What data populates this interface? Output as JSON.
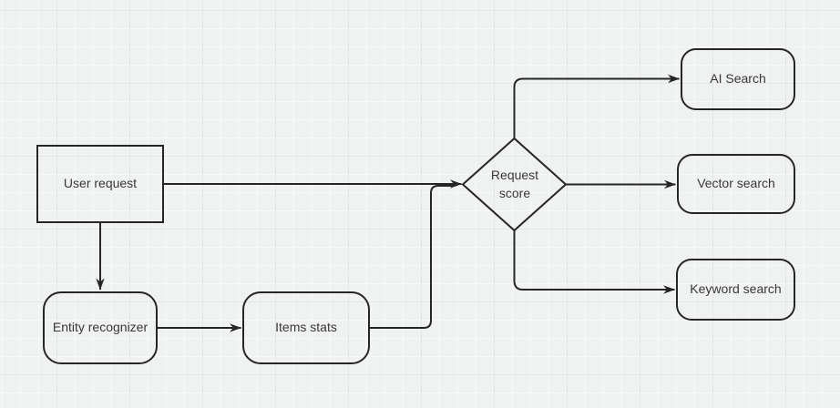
{
  "diagram": {
    "type": "flowchart",
    "nodes": {
      "user_request": {
        "label": "User request",
        "shape": "rectangle"
      },
      "entity_recognizer": {
        "label": "Entity recognizer",
        "shape": "rounded-rectangle"
      },
      "items_stats": {
        "label": "Items stats",
        "shape": "rounded-rectangle"
      },
      "request_score": {
        "label": "Request score",
        "shape": "diamond"
      },
      "ai_search": {
        "label": "AI Search",
        "shape": "rounded-rectangle"
      },
      "vector_search": {
        "label": "Vector search",
        "shape": "rounded-rectangle"
      },
      "keyword_search": {
        "label": "Keyword search",
        "shape": "rounded-rectangle"
      }
    },
    "edges": [
      {
        "from": "user_request",
        "to": "request_score",
        "arrow": true
      },
      {
        "from": "user_request",
        "to": "entity_recognizer",
        "arrow": true
      },
      {
        "from": "entity_recognizer",
        "to": "items_stats",
        "arrow": true
      },
      {
        "from": "items_stats",
        "to": "request_score",
        "arrow": false
      },
      {
        "from": "request_score",
        "to": "ai_search",
        "arrow": true
      },
      {
        "from": "request_score",
        "to": "vector_search",
        "arrow": true
      },
      {
        "from": "request_score",
        "to": "keyword_search",
        "arrow": true
      }
    ],
    "colors": {
      "background": "#f0f1f1",
      "grid_minor": "#f7f8f8",
      "grid_major": "#e5e6e6",
      "stroke": "#262626",
      "text": "#383838"
    }
  }
}
